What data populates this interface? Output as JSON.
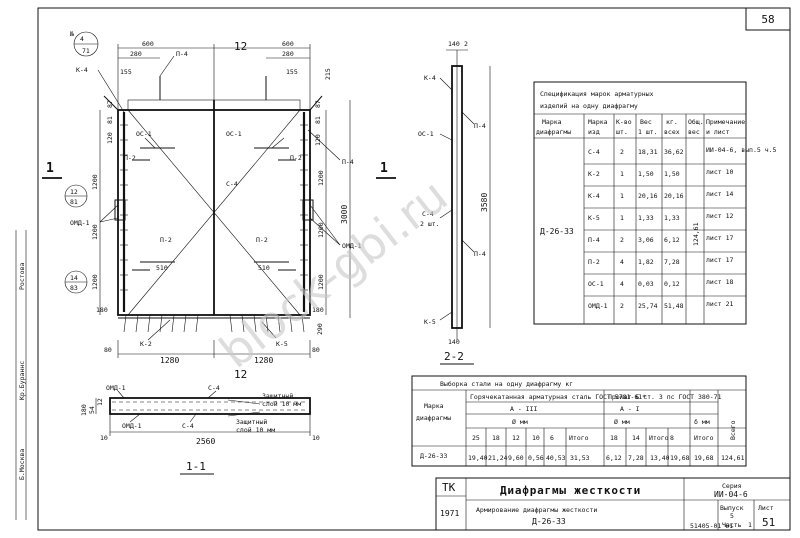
{
  "sheet": {
    "sheet_number": "58",
    "watermark": "block-gbi.ru",
    "side_labels": [
      "Ростова",
      "Кр.Бураннс",
      "Б.Москва"
    ]
  },
  "elevation": {
    "dims_top": [
      "600",
      "600",
      "280",
      "280",
      "155",
      "155",
      "215"
    ],
    "dims_vertical": [
      "87",
      "81",
      "120",
      "87",
      "81",
      "120"
    ],
    "dims_left": [
      "1200",
      "1200",
      "1200"
    ],
    "dims_center": [
      "1200",
      "1200",
      "1200"
    ],
    "overall_height": "3000",
    "dims_bottom": [
      "1280",
      "1280",
      "80",
      "80",
      "180",
      "180",
      "290"
    ],
    "callouts": {
      "p4_top": "П-4",
      "k4_left": "К-4",
      "oc1_left": "ОС-1",
      "oc1_right": "ОС-1",
      "p2_left_top": "П-2",
      "p2_right_top": "П-2",
      "p4_right": "П-4",
      "c4_center": "С-4",
      "omd_left": "ОМД-1",
      "omd_right": "ОМД-1",
      "p2_left_bottom": "П-2",
      "p2_right_bottom": "П-2",
      "s510_left": "510",
      "s510_right": "510",
      "k2_bottom": "К-2",
      "k5_bottom": "К-5"
    },
    "section_mark_1": "1",
    "section_mark_2": "12",
    "node_top": {
      "num": "4",
      "sheet": "71"
    },
    "node_mid": {
      "num": "12",
      "sheet": "81"
    },
    "node_bot": {
      "num": "14",
      "sheet": "83"
    },
    "n_label": "№"
  },
  "section_2_2": {
    "title": "2-2",
    "dims_top": [
      "140",
      "2"
    ],
    "overall": "3580",
    "labels": [
      "К-4",
      "П-4",
      "ОС-1",
      "С-4",
      "2 шт.",
      "П-4",
      "К-5"
    ],
    "bottom": "140"
  },
  "section_1_1": {
    "title": "1-1",
    "labels": [
      "ОМД-1",
      "С-4",
      "ОМД-1",
      "С-4"
    ],
    "cover_top": "Защитный",
    "cover_top2": "слой 10 мм",
    "cover_bot": "Защитный",
    "cover_bot2": "слой 10 мм",
    "dim_left": [
      "180",
      "54",
      "12"
    ],
    "width": "2560",
    "edge_left": "10",
    "edge_right": "10"
  },
  "spec_table": {
    "title1": "Спецификация марок арматурных",
    "title2": "изделий на одну диафрагму",
    "headers": [
      "Марка",
      "Марка",
      "К-во",
      "Вес",
      "кг.",
      "Общ.",
      "Примечание"
    ],
    "headers2": [
      "диафрагмы",
      "изд",
      "шт.",
      "1 шт.",
      "всех",
      "вес",
      "и лист"
    ],
    "diaphragm": "Д-26-33",
    "total_weight": "124,61",
    "rows": [
      [
        "С-4",
        "2",
        "18,31",
        "36,62",
        "ИИ-04-6, вып.5 ч.5"
      ],
      [
        "К-2",
        "1",
        "1,50",
        "1,50",
        "лист 10"
      ],
      [
        "К-4",
        "1",
        "20,16",
        "20,16",
        "лист 14"
      ],
      [
        "К-5",
        "1",
        "1,33",
        "1,33",
        "лист 12"
      ],
      [
        "П-4",
        "2",
        "3,06",
        "6,12",
        "лист 17"
      ],
      [
        "П-2",
        "4",
        "1,82",
        "7,28",
        "лист 17"
      ],
      [
        "ОС-1",
        "4",
        "0,03",
        "0,12",
        "лист 18"
      ],
      [
        "ОМД-1",
        "2",
        "25,74",
        "51,48",
        "лист 21"
      ]
    ]
  },
  "steel_table": {
    "title": "Выборка стали на одну диафрагму кг",
    "mark_header1": "Марка",
    "mark_header2": "диафрагмы",
    "group1": "Горячекатанная арматурная сталь ГОСТ 5781-61*",
    "group2": "Прокат Б ст. 3 пс ГОСТ 380-71",
    "class1": "А - III",
    "class2": "А - I",
    "dia1": "Ø мм",
    "dia2": "Ø мм",
    "dia3": "δ мм",
    "total_col": "Итого",
    "grand_col": "Всего",
    "dias1": [
      "25",
      "18",
      "12",
      "10",
      "6"
    ],
    "dias2": [
      "18",
      "14"
    ],
    "dias3": [
      "8"
    ],
    "mark": "Д-26-33",
    "values1": [
      "19,40",
      "21,24",
      "9,60",
      "0,56",
      "40,53"
    ],
    "total1": "31,53",
    "values2": [
      "6,12",
      "7,28"
    ],
    "total2": "13,40",
    "values3": [
      "19,68"
    ],
    "total3": "19,68",
    "grand": "124,61"
  },
  "title_block": {
    "org": "ТК",
    "year": "1971",
    "title": "Диафрагмы жесткости",
    "subtitle": "Армирование диафрагмы жесткости",
    "code": "Д-26-33",
    "series_label": "Серия",
    "series": "ИИ-04-6",
    "issue_label": "Выпуск",
    "issue": "5",
    "part_label": "Часть",
    "part": "1",
    "sheet_label": "Лист",
    "sheet": "51",
    "footer": "51405-01 61"
  }
}
